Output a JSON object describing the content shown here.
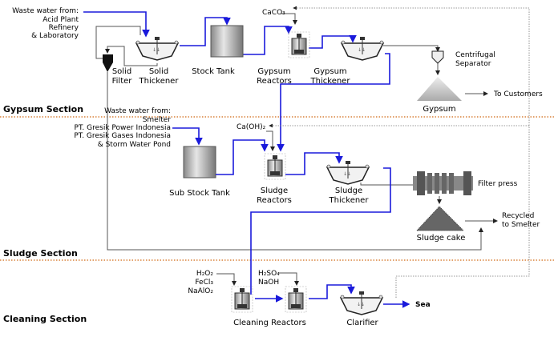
{
  "colors": {
    "flow": "#1a1adb",
    "divider": "#d9823b",
    "equipment": "#bdbdbd"
  },
  "sections": {
    "gypsum": "Gypsum Section",
    "sludge": "Sludge Section",
    "cleaning": "Cleaning Section"
  },
  "gypsum": {
    "source": [
      "Waste water from:",
      "Acid Plant",
      "Refinery",
      "& Laboratory"
    ],
    "solid_filter": [
      "Solid",
      "Filter"
    ],
    "solid_thickener": [
      "Solid",
      "Thickener"
    ],
    "stock_tank": "Stock Tank",
    "reagent": "CaCO₃",
    "gypsum_reactors": [
      "Gypsum",
      "Reactors"
    ],
    "gypsum_thickener": [
      "Gypsum",
      "Thickener"
    ],
    "centrifugal": [
      "Centrifugal",
      "Separator"
    ],
    "product": "Gypsum",
    "destination": "To Customers"
  },
  "sludge": {
    "source": [
      "Waste water from:",
      "Smelter",
      "PT. Gresik Power Indonesia",
      "PT. Gresik Gases Indonesia",
      "& Storm Water Pond"
    ],
    "sub_stock_tank": "Sub Stock Tank",
    "reagent": "Ca(OH)₂",
    "sludge_reactors": [
      "Sludge",
      "Reactors"
    ],
    "sludge_thickener": [
      "Sludge",
      "Thickener"
    ],
    "filter_press": "Filter press",
    "product": "Sludge cake",
    "destination": [
      "Recycled",
      "to Smelter"
    ]
  },
  "cleaning": {
    "reagents1": [
      "H₂O₂",
      "FeCl₃",
      "NaAlO₂"
    ],
    "reagents2": [
      "H₂SO₄",
      "NaOH"
    ],
    "cleaning": "Cleaning",
    "reactors": "Reactors",
    "clarifier": "Clarifier",
    "destination": "Sea"
  }
}
